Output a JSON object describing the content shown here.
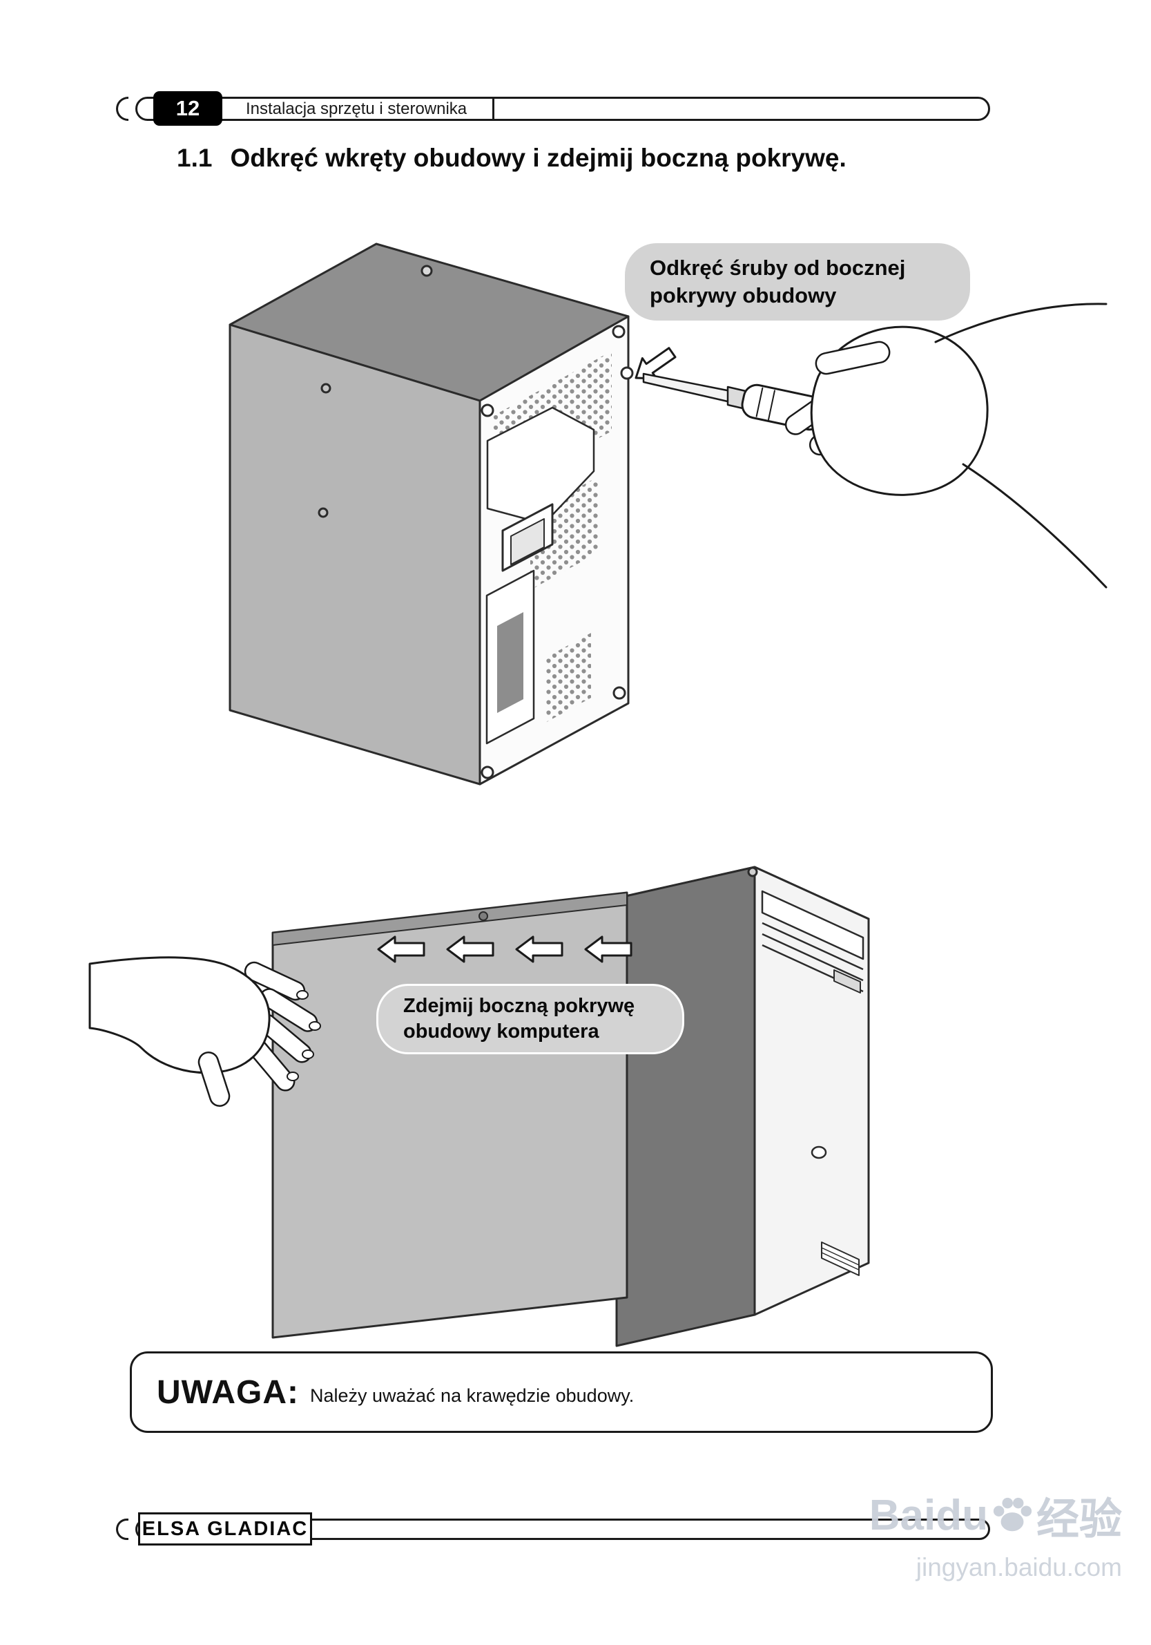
{
  "header": {
    "page_number": "12",
    "section_title": "Instalacja sprzętu i sterownika"
  },
  "heading": {
    "number": "1.1",
    "title": "Odkręć wkręty obudowy i zdejmij boczną pokrywę."
  },
  "figures": {
    "unscrew": {
      "callout_line1": "Odkręć śruby od bocznej",
      "callout_line2": "pokrywy obudowy"
    },
    "remove_panel": {
      "callout_line1": "Zdejmij boczną pokrywę",
      "callout_line2": "obudowy komputera"
    }
  },
  "note": {
    "label": "UWAGA:",
    "text": "Należy uważać na krawędzie obudowy."
  },
  "footer": {
    "brand": "ELSA GLADIAC"
  },
  "watermark": {
    "brand_prefix": "Baidu",
    "brand_suffix": "经验",
    "url": "jingyan.baidu.com"
  },
  "colors": {
    "callout_bg": "#d3d3d3",
    "case_top": "#8f8f8f",
    "case_side": "#b6b6b6",
    "back_panel": "#fbfbfb",
    "side_panel": "#c0c0c0",
    "interior_dark": "#777777",
    "watermark_gray": "#c9cfd9"
  }
}
